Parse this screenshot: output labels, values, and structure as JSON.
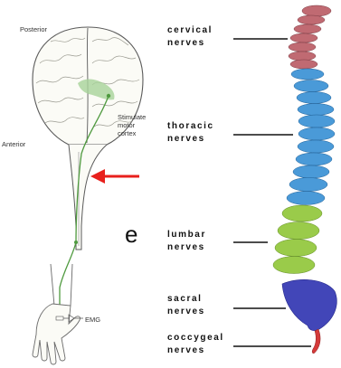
{
  "left_figure": {
    "labels": {
      "posterior": "Posterior",
      "anterior": "Anterior",
      "stimulate_line1": "Stimulate",
      "stimulate_line2": "motor",
      "stimulate_line3": "cortex",
      "emg": "EMG",
      "partial_letter": "e"
    },
    "colors": {
      "brain_highlight": "#a8d39a",
      "pathway": "#4f9a3f",
      "arrow": "#e8201c"
    }
  },
  "spine": {
    "regions": [
      {
        "name": "cervical",
        "line1": "cervical",
        "line2": "nerves",
        "color": "#c06a72"
      },
      {
        "name": "thoracic",
        "line1": "thoracic",
        "line2": "nerves",
        "color": "#4a9ad8"
      },
      {
        "name": "lumbar",
        "line1": "lumbar",
        "line2": "nerves",
        "color": "#9acb4a"
      },
      {
        "name": "sacral",
        "line1": "sacral",
        "line2": "nerves",
        "color": "#4246b8"
      },
      {
        "name": "coccygeal",
        "line1": "coccygeal",
        "line2": "nerves",
        "color": "#d43a3a"
      }
    ]
  }
}
